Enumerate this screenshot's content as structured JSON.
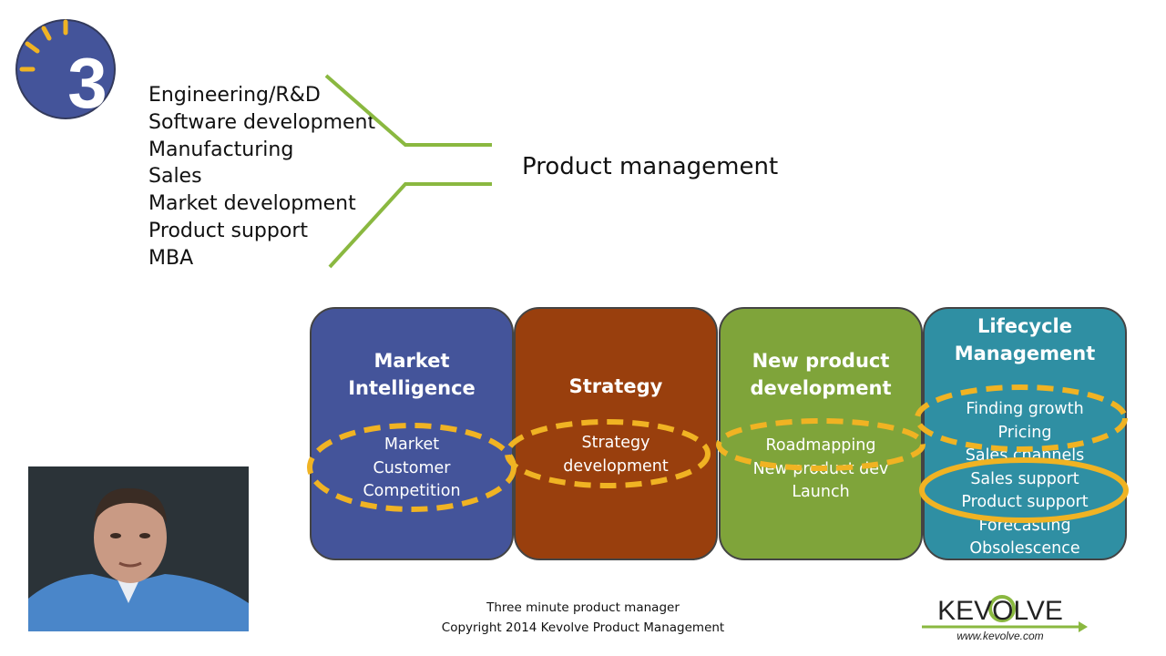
{
  "badge": {
    "number": "3"
  },
  "sources": [
    "Engineering/R&D",
    "Software development",
    "Manufacturing",
    "Sales",
    "Market development",
    "Product support",
    "MBA"
  ],
  "target": "Product management",
  "boxes": [
    {
      "title": [
        "Market",
        "Intelligence"
      ],
      "items": [
        "Market",
        "Customer",
        "Competition"
      ],
      "color": "#44549a"
    },
    {
      "title": [
        "Strategy"
      ],
      "items": [
        "Strategy",
        "development"
      ],
      "color": "#993f0d"
    },
    {
      "title": [
        "New product",
        "development"
      ],
      "items": [
        "Roadmapping",
        "New product dev",
        "Launch"
      ],
      "color": "#7fa43a"
    },
    {
      "title": [
        "Lifecycle",
        "Management"
      ],
      "items": [
        "Finding growth",
        "Pricing",
        "Sales channels",
        "Sales support",
        "Product support",
        "Forecasting",
        "Obsolescence"
      ],
      "color": "#2f8fa3"
    }
  ],
  "highlight_color": "#f0b323",
  "connector_color": "#8ab840",
  "footer": {
    "line1": "Three minute product manager",
    "line2": "Copyright 2014 Kevolve Product Management"
  },
  "logo": {
    "name": "KEVOLVE",
    "url": "www.kevolve.com"
  }
}
